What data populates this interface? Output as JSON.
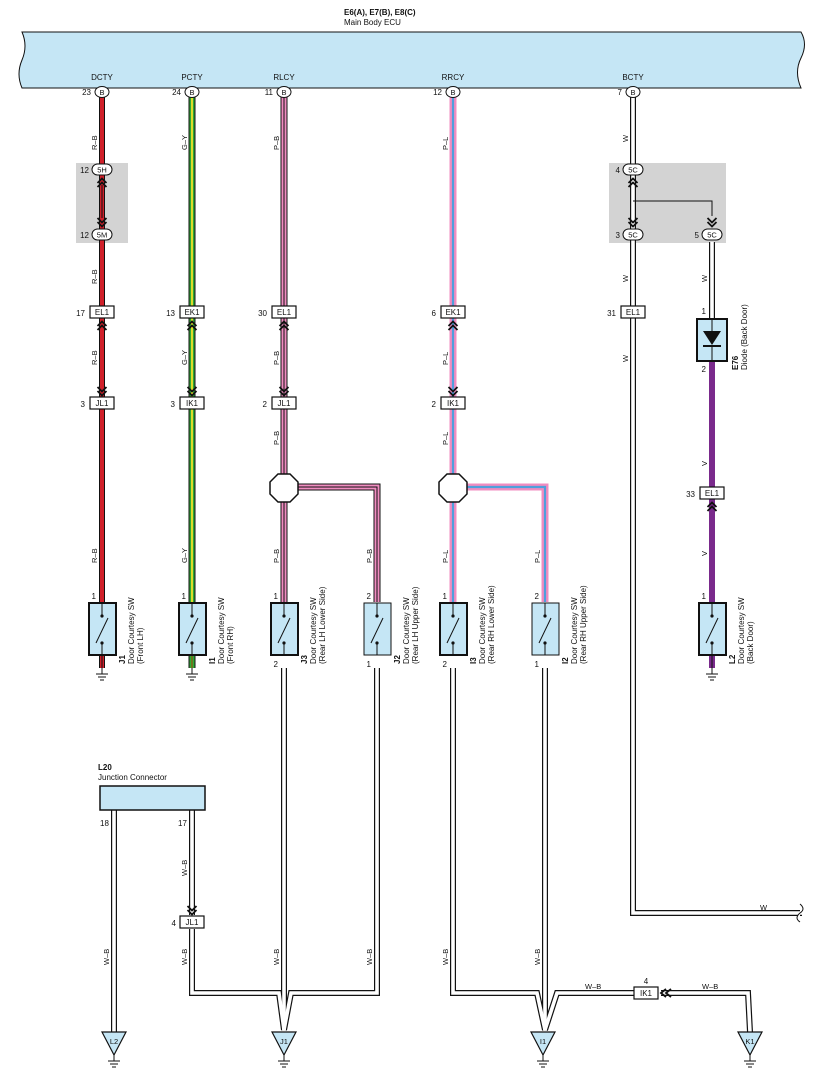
{
  "ecu": {
    "codes": "E6(A), E7(B), E8(C)",
    "name": "Main Body ECU"
  },
  "signals": [
    {
      "name": "DCTY",
      "pin": "23",
      "conn": "B"
    },
    {
      "name": "PCTY",
      "pin": "24",
      "conn": "B"
    },
    {
      "name": "RLCY",
      "pin": "11",
      "conn": "B"
    },
    {
      "name": "RRCY",
      "pin": "12",
      "conn": "B"
    },
    {
      "name": "BCTY",
      "pin": "7",
      "conn": "B"
    }
  ],
  "wire_colors": {
    "dcty": "R–B",
    "pcty": "G–Y",
    "rlcy": "P–B",
    "rrcy": "P–L",
    "bcty": "W",
    "violet": "V",
    "ground": "W–B"
  },
  "colors": {
    "ecu_fill": "#c5e6f5",
    "red": "#d0202a",
    "green": "#2ea836",
    "yellow": "#f2e229",
    "pink": "#f08cc0",
    "blue": "#4f9fdc",
    "violet": "#7a2a8c",
    "shade": "#d3d3d3"
  },
  "inline_connectors": {
    "c5h": {
      "pin": "12",
      "name": "5H"
    },
    "c5m": {
      "pin": "12",
      "name": "5M"
    },
    "c5c_top": {
      "pin": "4",
      "name": "5C"
    },
    "c5c_left": {
      "pin": "3",
      "name": "5C"
    },
    "c5c_right": {
      "pin": "5",
      "name": "5C"
    }
  },
  "junction_blocks": {
    "row1": [
      {
        "pin": "17",
        "name": "EL1"
      },
      {
        "pin": "13",
        "name": "EK1"
      },
      {
        "pin": "30",
        "name": "EL1"
      },
      {
        "pin": "6",
        "name": "EK1"
      },
      {
        "pin": "31",
        "name": "EL1"
      }
    ],
    "row2": [
      {
        "pin": "3",
        "name": "JL1"
      },
      {
        "pin": "3",
        "name": "IK1"
      },
      {
        "pin": "2",
        "name": "JL1"
      },
      {
        "pin": "2",
        "name": "IK1"
      }
    ],
    "el1_33": {
      "pin": "33",
      "name": "EL1"
    },
    "jl1_4": {
      "pin": "4",
      "name": "JL1"
    },
    "ik1_4": {
      "pin": "4",
      "name": "IK1"
    }
  },
  "diode": {
    "code": "E76",
    "name": "Diode (Back Door)",
    "pin_top": "1",
    "pin_bottom": "2"
  },
  "switches": [
    {
      "code": "J1",
      "line1": "Door Courtesy SW",
      "line2": "(Front LH)",
      "pin_top": "1",
      "pin_bottom": ""
    },
    {
      "code": "I1",
      "line1": "Door Courtesy SW",
      "line2": "(Front RH)",
      "pin_top": "1",
      "pin_bottom": ""
    },
    {
      "code": "J3",
      "line1": "Door Courtesy SW",
      "line2": "(Rear LH Lower Side)",
      "pin_top": "1",
      "pin_bottom": "2"
    },
    {
      "code": "J2",
      "line1": "Door Courtesy SW",
      "line2": "(Rear LH Upper Side)",
      "pin_top": "2",
      "pin_bottom": "1"
    },
    {
      "code": "I3",
      "line1": "Door Courtesy SW",
      "line2": "(Rear RH Lower Side)",
      "pin_top": "1",
      "pin_bottom": "2"
    },
    {
      "code": "I2",
      "line1": "Door Courtesy SW",
      "line2": "(Rear RH Upper Side)",
      "pin_top": "2",
      "pin_bottom": "1"
    },
    {
      "code": "L2",
      "line1": "Door Courtesy SW",
      "line2": "(Back Door)",
      "pin_top": "1",
      "pin_bottom": ""
    }
  ],
  "junction_connector": {
    "code": "L20",
    "name": "Junction Connector",
    "pin_left": "18",
    "pin_right": "17"
  },
  "grounds": [
    "L2",
    "J1",
    "I1",
    "K1"
  ]
}
